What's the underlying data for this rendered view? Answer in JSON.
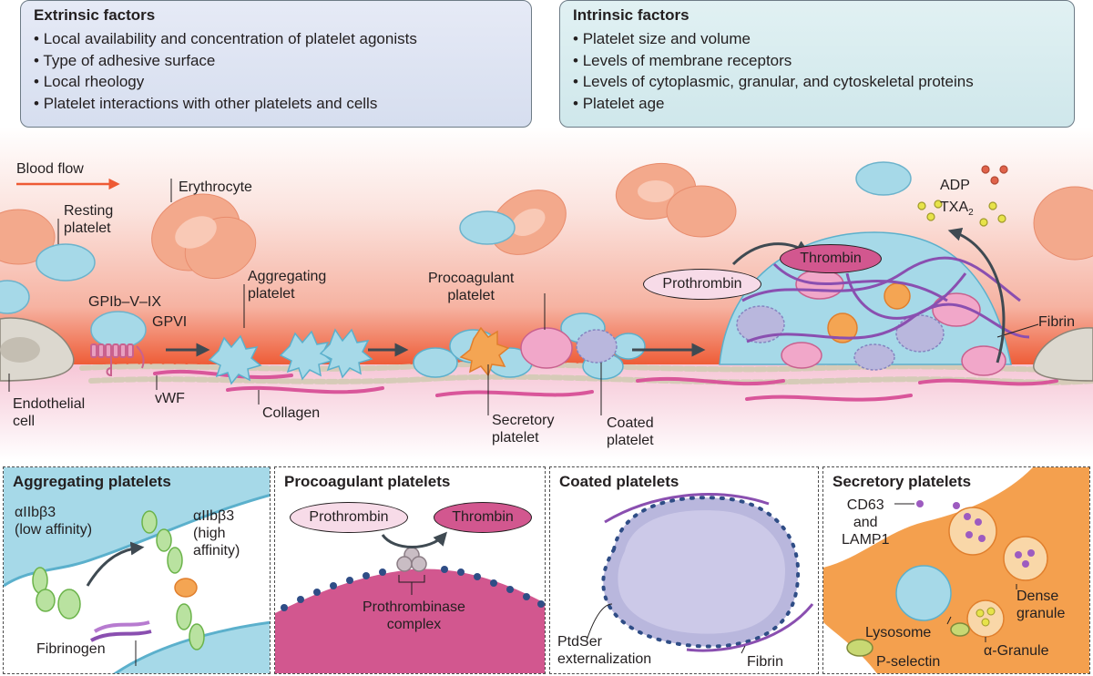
{
  "extrinsic": {
    "title": "Extrinsic factors",
    "items": [
      "Local availability and concentration of platelet agonists",
      "Type of adhesive surface",
      "Local rheology",
      "Platelet interactions with other platelets and cells"
    ]
  },
  "intrinsic": {
    "title": "Intrinsic factors",
    "items": [
      "Platelet size and volume",
      "Levels of membrane receptors",
      "Levels of cytoplasmic, granular, and cytoskeletal proteins",
      "Platelet age"
    ]
  },
  "vessel": {
    "blood_flow": "Blood flow",
    "erythrocyte": "Erythrocyte",
    "resting_platelet": [
      "Resting",
      "platelet"
    ],
    "gpib": "GPIb–V–IX",
    "gpvi": "GPVI",
    "aggregating_platelet": [
      "Aggregating",
      "platelet"
    ],
    "procoagulant_platelet": [
      "Procoagulant",
      "platelet"
    ],
    "endothelial_cell": [
      "Endothelial",
      "cell"
    ],
    "vwf": "vWF",
    "collagen": "Collagen",
    "secretory_platelet": [
      "Secretory",
      "platelet"
    ],
    "coated_platelet": [
      "Coated",
      "platelet"
    ],
    "prothrombin": "Prothrombin",
    "thrombin": "Thrombin",
    "adp": "ADP",
    "txa2": "TXA",
    "txa2_sub": "2",
    "fibrin": "Fibrin"
  },
  "panels": {
    "aggregating": {
      "title": "Aggregating platelets",
      "low_affinity": [
        "αIIbβ3",
        "(low affinity)"
      ],
      "high_affinity": [
        "αIIbβ3",
        "(high",
        "affinity)"
      ],
      "fibrinogen": "Fibrinogen"
    },
    "procoagulant": {
      "title": "Procoagulant platelets",
      "prothrombin": "Prothrombin",
      "thrombin": "Thrombin",
      "complex": [
        "Prothrombinase",
        "complex"
      ]
    },
    "coated": {
      "title": "Coated platelets",
      "ptdser": [
        "PtdSer",
        "externalization"
      ],
      "fibrin": "Fibrin"
    },
    "secretory": {
      "title": "Secretory platelets",
      "cd63": [
        "CD63",
        "and",
        "LAMP1"
      ],
      "dense": [
        "Dense",
        "granule"
      ],
      "lysosome": "Lysosome",
      "alpha": "α-Granule",
      "pselectin": "P-selectin"
    }
  },
  "colors": {
    "platelet": "#a6d9e8",
    "erythrocyte": "#f3a98c",
    "thrombin": "#d2578f",
    "secretory_bg": "#f4a04e",
    "arrow": "#3f4a52"
  }
}
